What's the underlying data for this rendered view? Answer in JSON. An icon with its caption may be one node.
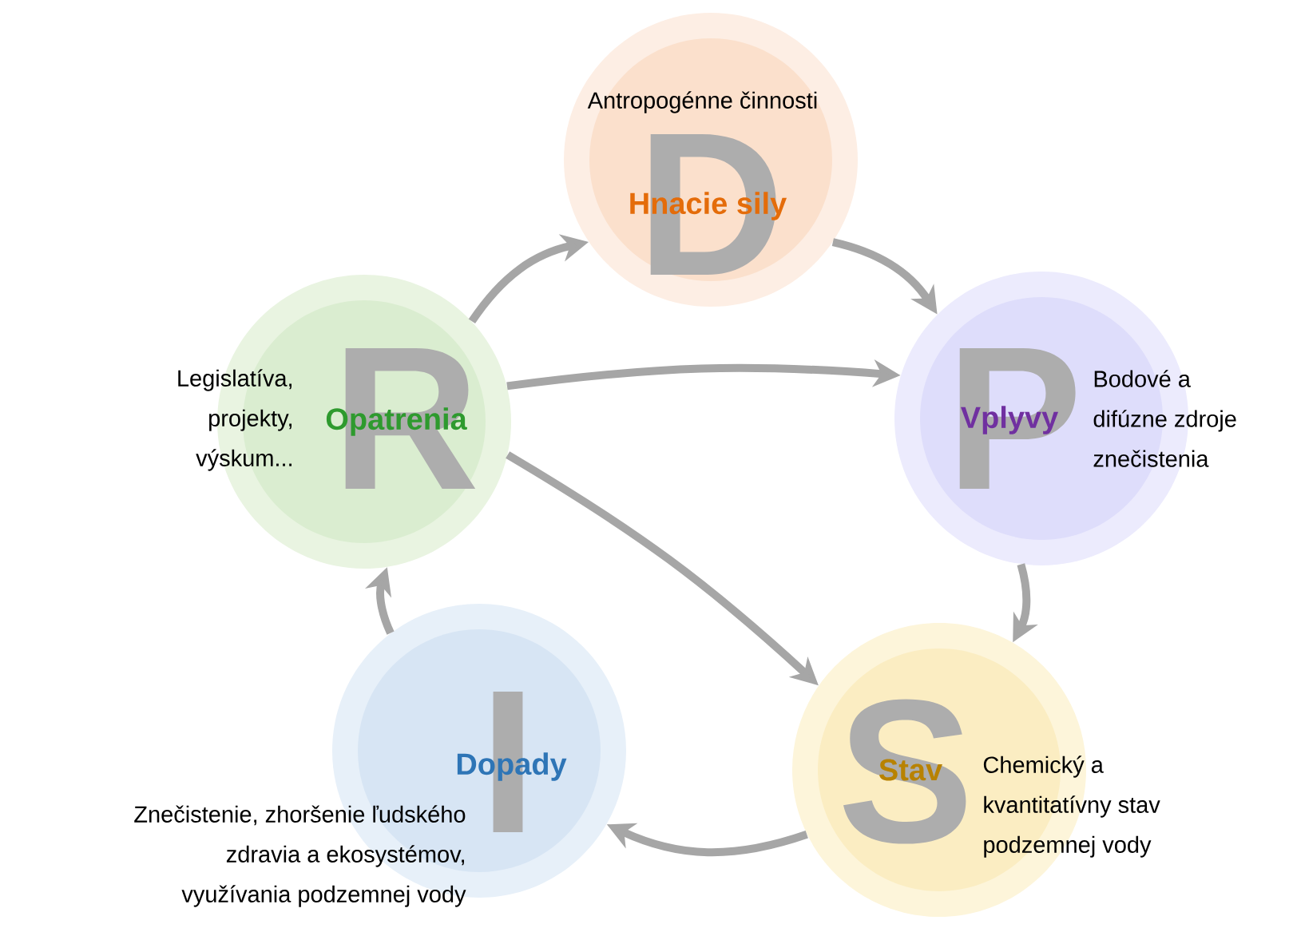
{
  "diagram": {
    "nodes": [
      {
        "text": [
          "Antropogénne činnosti",
          "D",
          "Hnacie sily"
        ]
      },
      {
        "text": [
          "Legislatíva, projekty, výskum...",
          "R",
          "Opatrenia"
        ]
      },
      {
        "text": [
          "P",
          "Vplyvy",
          "Bodové a difúzne zdroje znečistenia"
        ]
      },
      {
        "text": [
          "I",
          "Dopady",
          "Znečistenie, zhoršenie ľudského zdravia a ekosystémov, využívania podzemnej vody"
        ]
      },
      {
        "text": [
          "S",
          "Stav",
          "Chemický a kvantitatívny stav podzemnej vody"
        ]
      }
    ],
    "edges": [
      {
        "from": 1,
        "to": 0,
        "arrow": "to"
      },
      {
        "from": 0,
        "to": 2,
        "arrow": "to"
      },
      {
        "from": 2,
        "to": 4,
        "arrow": "to"
      },
      {
        "from": 4,
        "to": 3,
        "arrow": "to"
      },
      {
        "from": 3,
        "to": 1,
        "arrow": "to"
      },
      {
        "from": 1,
        "to": 2,
        "arrow": "to"
      },
      {
        "from": 1,
        "to": 4,
        "arrow": "to"
      }
    ]
  }
}
